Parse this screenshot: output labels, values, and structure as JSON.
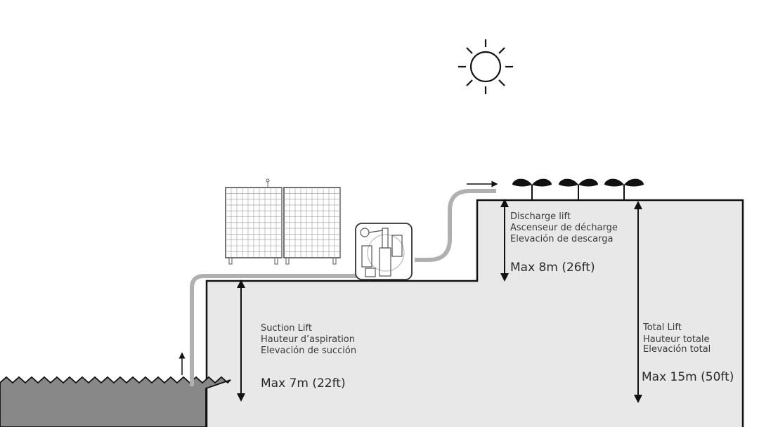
{
  "diagram": {
    "title": "Solar pump installation lift diagram",
    "colors": {
      "ground_fill": "#e8e8e8",
      "outline": "#111111",
      "water_fill": "#888888",
      "pipe": "#b0b0b0",
      "text": "#3a3a3a"
    },
    "discharge": {
      "lines": [
        "Discharge lift",
        "Ascenseur de décharge",
        "Elevación de descarga"
      ],
      "max": "Max 8m (26ft)"
    },
    "suction": {
      "lines": [
        "Suction Lift",
        "Hauteur d’aspiration",
        "Elevación de succión"
      ],
      "max": "Max 7m (22ft)"
    },
    "total": {
      "lines": [
        "Total Lift",
        "Hauteur totale",
        "Elevación total"
      ],
      "max": "Max 15m (50ft)"
    },
    "icons": [
      "sun-icon",
      "solar-panel-icon",
      "pump-icon",
      "plant-icon",
      "plant-icon",
      "plant-icon",
      "flow-arrow-icon",
      "water-icon"
    ]
  }
}
